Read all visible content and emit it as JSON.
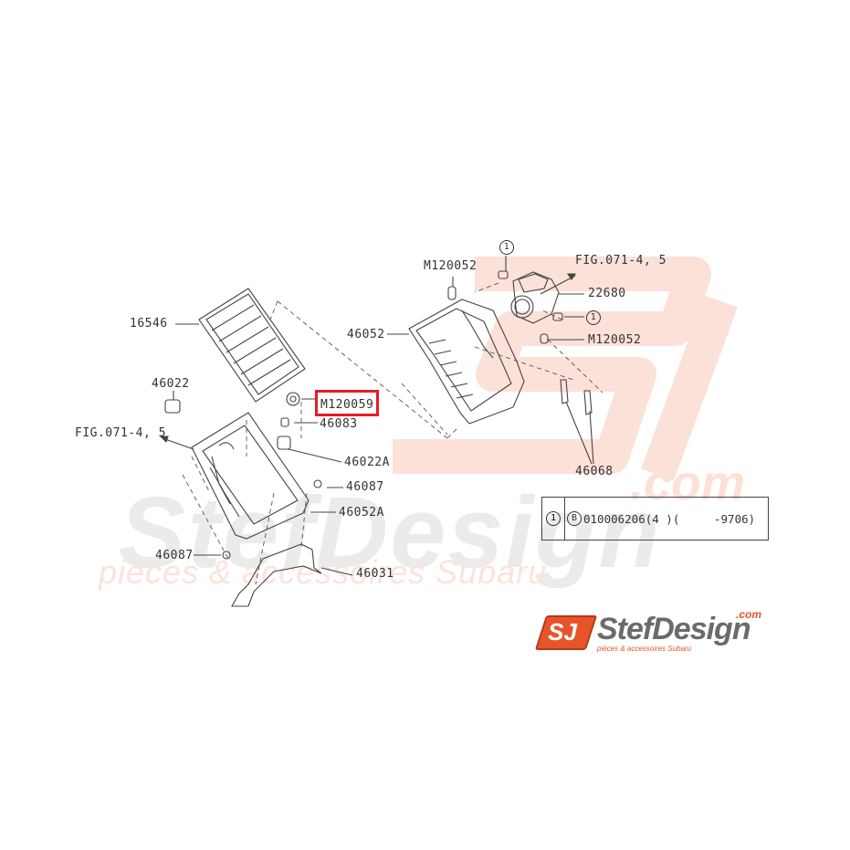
{
  "watermark": {
    "brand": "StefDesign",
    "domain_suffix": ".com",
    "tagline": "pièces & accessoires Subaru",
    "accent_color": "#e8542a",
    "watermark_gray": "#ebebeb",
    "watermark_pink": "#fbe3dc"
  },
  "diagram": {
    "highlight_color": "#e41b2a",
    "highlighted_part": "M120059",
    "labels": [
      {
        "id": "16546",
        "text": "16546"
      },
      {
        "id": "46022",
        "text": "46022"
      },
      {
        "id": "fig-left",
        "text": "FIG.071-4, 5"
      },
      {
        "id": "M120059",
        "text": "M120059"
      },
      {
        "id": "46083",
        "text": "46083"
      },
      {
        "id": "46022A",
        "text": "46022A"
      },
      {
        "id": "46087-right",
        "text": "46087"
      },
      {
        "id": "46052A",
        "text": "46052A"
      },
      {
        "id": "46087-left",
        "text": "46087"
      },
      {
        "id": "46031",
        "text": "46031"
      },
      {
        "id": "M120052-top",
        "text": "M120052"
      },
      {
        "id": "fig-right",
        "text": "FIG.071-4, 5"
      },
      {
        "id": "22680",
        "text": "22680"
      },
      {
        "id": "46052",
        "text": "46052"
      },
      {
        "id": "M120052-right",
        "text": "M120052"
      },
      {
        "id": "46068",
        "text": "46068"
      }
    ],
    "callouts": {
      "ref_1_top": "1",
      "ref_1_right": "1"
    }
  },
  "legend": {
    "ref": "1",
    "code_marker": "B",
    "part_spec": "010006206(4 )(     -9706)"
  },
  "logo": {
    "badge": "SJ",
    "name": "StefDesign",
    "suffix": ".com",
    "tagline": "pièces & accessoires Subaru"
  }
}
